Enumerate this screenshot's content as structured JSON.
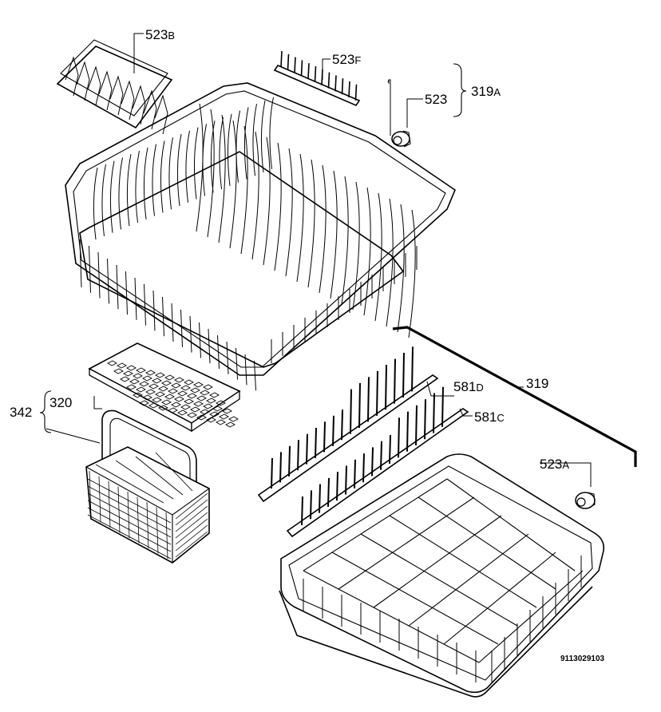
{
  "diagram": {
    "reference_code": "9113029103",
    "labels": {
      "p523b": {
        "main": "523",
        "suffix": "B"
      },
      "p523f": {
        "main": "523",
        "suffix": "F"
      },
      "p523": {
        "main": "523",
        "suffix": ""
      },
      "p319a": {
        "main": "319",
        "suffix": "A"
      },
      "p319": {
        "main": "319",
        "suffix": ""
      },
      "p581d": {
        "main": "581",
        "suffix": "D"
      },
      "p581c": {
        "main": "581",
        "suffix": "C"
      },
      "p523a": {
        "main": "523",
        "suffix": "A"
      },
      "p342": {
        "main": "342",
        "suffix": ""
      },
      "p320": {
        "main": "320",
        "suffix": ""
      }
    },
    "components": [
      "plate-rack-insert",
      "tine-strip",
      "wheel",
      "upper-basket",
      "cutlery-basket-cover",
      "cutlery-basket",
      "tine-row-581d",
      "tine-row-581c",
      "lower-basket",
      "lower-wheel"
    ]
  }
}
